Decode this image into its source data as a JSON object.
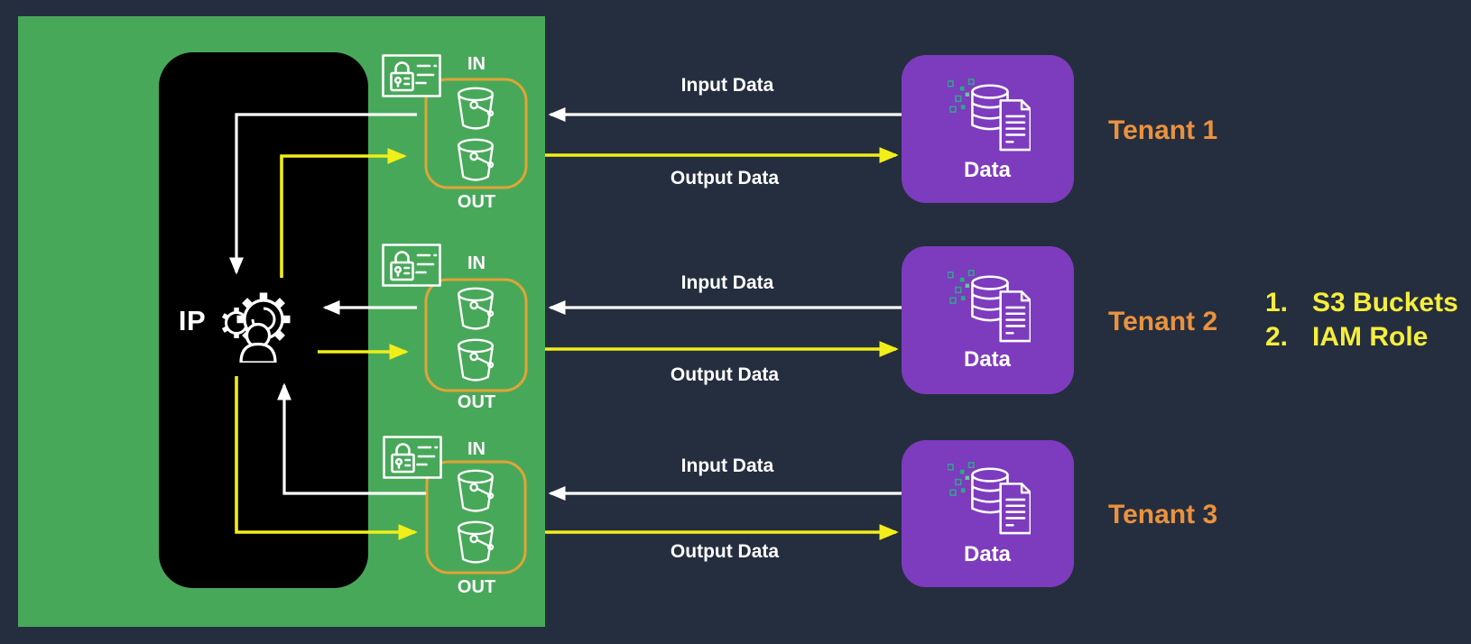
{
  "colors": {
    "background": "#252E3E",
    "zone_green": "#48A85A",
    "zone_black": "#000000",
    "tenant_purple": "#7D3BBE",
    "bucket_box_orange": "#E0A436",
    "arrow_yellow": "#F2EE19",
    "arrow_white": "#FFFFFF",
    "tenant_label_orange": "#EA923E",
    "legend_yellow": "#F5EE3C",
    "data_teal": "#2FA58C"
  },
  "gateway": {
    "label": "IP"
  },
  "bucket_groups": [
    {
      "in_label": "IN",
      "out_label": "OUT"
    },
    {
      "in_label": "IN",
      "out_label": "OUT"
    },
    {
      "in_label": "IN",
      "out_label": "OUT"
    }
  ],
  "flows": [
    {
      "input_label": "Input Data",
      "output_label": "Output Data"
    },
    {
      "input_label": "Input Data",
      "output_label": "Output Data"
    },
    {
      "input_label": "Input Data",
      "output_label": "Output Data"
    }
  ],
  "tenants": [
    {
      "name": "Tenant 1",
      "data_label": "Data"
    },
    {
      "name": "Tenant 2",
      "data_label": "Data"
    },
    {
      "name": "Tenant 3",
      "data_label": "Data"
    }
  ],
  "legend": {
    "items": [
      {
        "number": "1.",
        "label": "S3 Buckets"
      },
      {
        "number": "2.",
        "label": "IAM Role"
      }
    ]
  }
}
